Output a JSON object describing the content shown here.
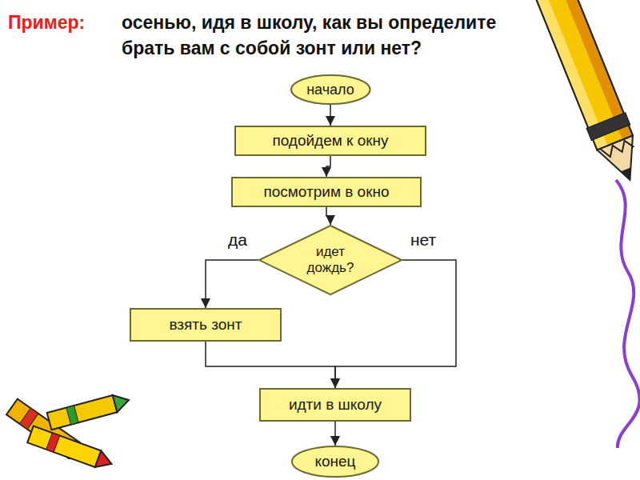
{
  "diagram": {
    "title": "Пример:",
    "nodes": [
      {
        "text": [
          "начало"
        ]
      },
      {
        "text": [
          "подойдем к окну"
        ]
      },
      {
        "text": [
          "посмотрим в окно"
        ]
      },
      {
        "text": [
          "идет дождь?"
        ]
      },
      {
        "text": [
          "взять зонт"
        ]
      },
      {
        "text": [
          "идти в школу"
        ]
      },
      {
        "text": [
          "конец"
        ]
      }
    ],
    "edges": [
      {
        "from": 0,
        "to": 1,
        "arrow": "to"
      },
      {
        "from": 1,
        "to": 2,
        "arrow": "to"
      },
      {
        "from": 2,
        "to": 3,
        "arrow": "to"
      },
      {
        "from": 3,
        "to": 4,
        "arrow": "to",
        "label": "да"
      },
      {
        "from": 3,
        "to": 5,
        "arrow": "to",
        "label": "нет"
      },
      {
        "from": 4,
        "to": 5,
        "arrow": "to"
      },
      {
        "from": 5,
        "to": 6,
        "arrow": "to"
      }
    ],
    "labels": [
      "осенью, идя в школу, как вы определите брать вам с собой зонт или нет?"
    ]
  }
}
